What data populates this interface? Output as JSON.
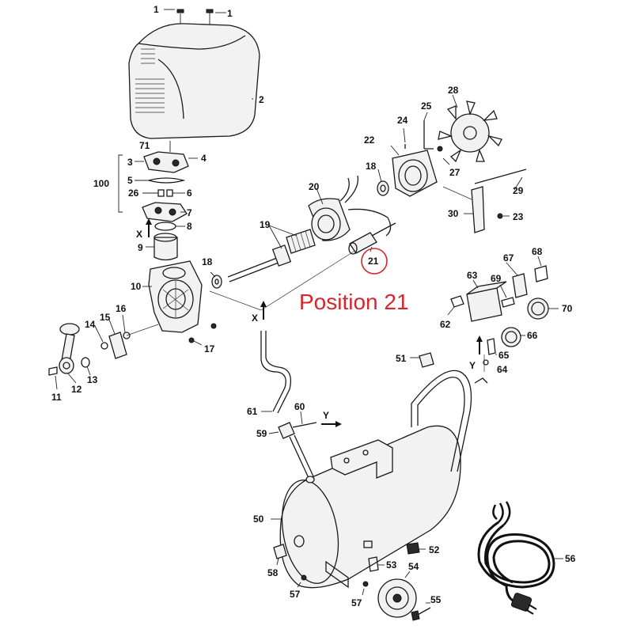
{
  "highlight": {
    "label": "Position 21",
    "color": "#d6262b",
    "part": "21"
  },
  "axis_markers": {
    "x": "X",
    "y": "Y"
  },
  "callouts": [
    "1",
    "1",
    "2",
    "71",
    "3",
    "4",
    "100",
    "5",
    "26",
    "6",
    "7",
    "8",
    "X",
    "9",
    "18",
    "10",
    "19",
    "20",
    "21",
    "22",
    "24",
    "25",
    "28",
    "27",
    "18",
    "29",
    "30",
    "23",
    "14",
    "15",
    "16",
    "11",
    "12",
    "13",
    "17",
    "X",
    "63",
    "67",
    "68",
    "69",
    "70",
    "62",
    "66",
    "65",
    "64",
    "Y",
    "51",
    "60",
    "61",
    "59",
    "Y",
    "50",
    "58",
    "57",
    "53",
    "52",
    "54",
    "57",
    "55",
    "56"
  ]
}
